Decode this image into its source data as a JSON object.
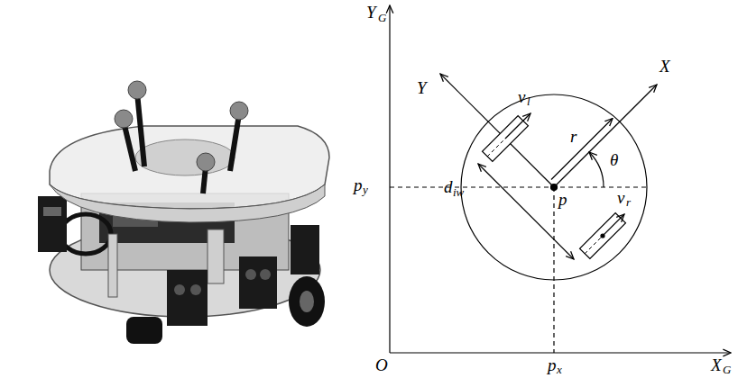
{
  "diagram": {
    "labels": [
      "Y",
      "G",
      "X",
      "G",
      "O",
      "p",
      "x",
      "p",
      "y",
      "p",
      "r",
      "θ",
      "X",
      "Y",
      "v",
      "l",
      "v",
      "r",
      "d",
      "iw"
    ]
  }
}
